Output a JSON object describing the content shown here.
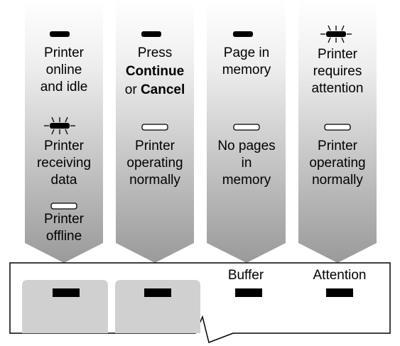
{
  "columns": [
    {
      "id": "ready",
      "states": [
        {
          "indicator": "on",
          "lines": [
            [
              "Printer"
            ],
            [
              "online"
            ],
            [
              "and idle"
            ]
          ]
        },
        {
          "indicator": "blinking",
          "lines": [
            [
              "Printer"
            ],
            [
              "receiving"
            ],
            [
              "data"
            ]
          ]
        },
        {
          "indicator": "off",
          "lines": [
            [
              "Printer"
            ],
            [
              "offline"
            ]
          ]
        }
      ]
    },
    {
      "id": "data",
      "states": [
        {
          "indicator": "on",
          "lines": [
            [
              "Press"
            ],
            [
              "Continue"
            ],
            [
              "or ",
              "Cancel"
            ]
          ]
        },
        {
          "indicator": "off",
          "lines": [
            [
              "Printer"
            ],
            [
              "operating"
            ],
            [
              "normally"
            ]
          ]
        }
      ]
    },
    {
      "id": "buffer",
      "states": [
        {
          "indicator": "on",
          "lines": [
            [
              "Page in"
            ],
            [
              "memory"
            ]
          ]
        },
        {
          "indicator": "off",
          "lines": [
            [
              "No pages"
            ],
            [
              "in"
            ],
            [
              "memory"
            ]
          ]
        }
      ]
    },
    {
      "id": "attention",
      "states": [
        {
          "indicator": "blinking",
          "lines": [
            [
              "Printer"
            ],
            [
              "requires"
            ],
            [
              "attention"
            ]
          ]
        },
        {
          "indicator": "off",
          "lines": [
            [
              "Printer"
            ],
            [
              "operating"
            ],
            [
              "normally"
            ]
          ]
        }
      ]
    }
  ],
  "panel": {
    "labels": {
      "buffer": "Buffer",
      "attention": "Attention"
    }
  },
  "colors": {
    "arrow_gradient_top": "#ffffff",
    "arrow_gradient_bottom": "#9a9a9a",
    "button_gray": "#d0d0d0",
    "led_on": "#000000",
    "outline": "#000000"
  }
}
